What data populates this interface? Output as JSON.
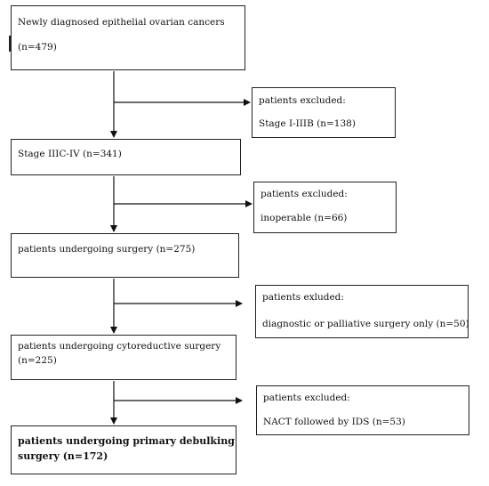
{
  "flowchart": {
    "main": [
      {
        "line1": "Newly diagnosed epithelial ovarian cancers",
        "line2": "(n=479)"
      },
      {
        "line1": "Stage IIIC-IV (n=341)",
        "line2": ""
      },
      {
        "line1": "patients undergoing surgery (n=275)",
        "line2": ""
      },
      {
        "line1": "patients undergoing cytoreductive surgery",
        "line2": "(n=225)"
      },
      {
        "line1": "patients undergoing primary debulking",
        "line2": "surgery (n=172)"
      }
    ],
    "excluded": [
      {
        "title": "patients excluded:",
        "reason": "Stage I-IIIB (n=138)"
      },
      {
        "title": "patients excluded:",
        "reason": "inoperable (n=66)"
      },
      {
        "title": "patients exluded:",
        "reason": "diagnostic or palliative surgery only (n=50)"
      },
      {
        "title": "patients excluded:",
        "reason": "NACT followed by IDS (n=53)"
      }
    ]
  }
}
